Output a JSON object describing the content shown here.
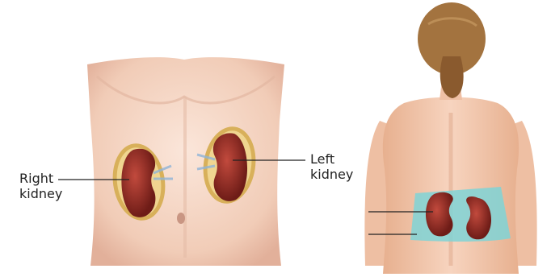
{
  "labels": {
    "right_kidney": [
      "Right",
      "kidney"
    ],
    "left_kidney": [
      "Left",
      "kidney"
    ]
  },
  "colors": {
    "skin": "#f3d3bf",
    "skin_shadow": "#e2b49a",
    "kidney": "#a8362c",
    "kidney_dark": "#6e1c17",
    "fat": "#e8c26a",
    "kidney_region": "#7fd3d6",
    "hair": "#9a6a3c",
    "leader_line": "#222222"
  }
}
